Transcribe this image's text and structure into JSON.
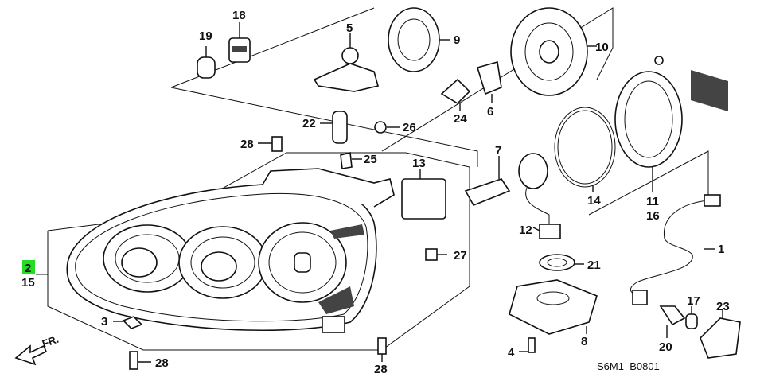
{
  "diagram": {
    "code": "S6M1–B0801",
    "front_marker": "FR.",
    "highlight_color": "#22dd22",
    "labels": {
      "p1": "1",
      "p2": "2",
      "p3": "3",
      "p4": "4",
      "p5": "5",
      "p6": "6",
      "p7": "7",
      "p8": "8",
      "p9": "9",
      "p10": "10",
      "p11": "11",
      "p12": "12",
      "p13": "13",
      "p14": "14",
      "p15": "15",
      "p16": "16",
      "p17": "17",
      "p18": "18",
      "p19": "19",
      "p20": "20",
      "p21": "21",
      "p22": "22",
      "p23": "23",
      "p24": "24",
      "p25": "25",
      "p26": "26",
      "p27": "27",
      "p28a": "28",
      "p28b": "28",
      "p28c": "28"
    }
  }
}
